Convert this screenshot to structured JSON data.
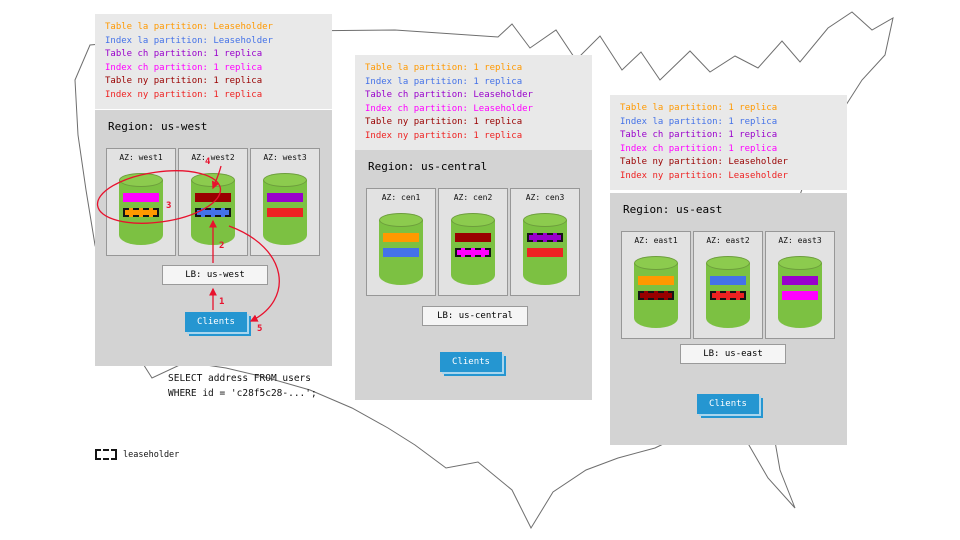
{
  "colors": {
    "table_la_partition": "#FF9900",
    "index_la_partition": "#4472E8",
    "table_ch_partition": "#9900CC",
    "index_ch_partition": "#FF00FF",
    "table_ny_partition": "#990000",
    "index_ny_partition": "#EE2222",
    "arrow_red": "#E8112D",
    "cylinder_green": "#7CC142",
    "clients_blue": "#2596D1",
    "region_gray": "#D3D3D3",
    "legend_gray": "#E9E9E9"
  },
  "legend_boxes": {
    "west": {
      "lines": [
        {
          "text": "Table la partition: Leaseholder",
          "color": "#FF9900"
        },
        {
          "text": "Index la partition: Leaseholder",
          "color": "#4472E8"
        },
        {
          "text": "Table ch partition: 1 replica",
          "color": "#9900CC"
        },
        {
          "text": "Index ch partition: 1 replica",
          "color": "#FF00FF"
        },
        {
          "text": "Table ny partition: 1 replica",
          "color": "#990000"
        },
        {
          "text": "Index ny partition: 1 replica",
          "color": "#EE2222"
        }
      ]
    },
    "central": {
      "lines": [
        {
          "text": "Table la partition: 1 replica",
          "color": "#FF9900"
        },
        {
          "text": "Index la partition: 1 replica",
          "color": "#4472E8"
        },
        {
          "text": "Table ch partition: Leaseholder",
          "color": "#9900CC"
        },
        {
          "text": "Index ch partition: Leaseholder",
          "color": "#FF00FF"
        },
        {
          "text": "Table ny partition: 1 replica",
          "color": "#990000"
        },
        {
          "text": "Index ny partition: 1 replica",
          "color": "#EE2222"
        }
      ]
    },
    "east": {
      "lines": [
        {
          "text": "Table la partition: 1 replica",
          "color": "#FF9900"
        },
        {
          "text": "Index la partition: 1 replica",
          "color": "#4472E8"
        },
        {
          "text": "Table ch partition: 1 replica",
          "color": "#9900CC"
        },
        {
          "text": "Index ch partition: 1 replica",
          "color": "#FF00FF"
        },
        {
          "text": "Table ny partition: Leaseholder",
          "color": "#990000"
        },
        {
          "text": "Index ny partition: Leaseholder",
          "color": "#EE2222"
        }
      ]
    }
  },
  "regions": {
    "west": {
      "title": "Region: us-west",
      "lb_label": "LB: us-west",
      "clients_label": "Clients",
      "azs": [
        {
          "label": "AZ: west1",
          "bars": [
            {
              "partition": "Index ch partition",
              "color": "#FF00FF",
              "leaseholder": false
            },
            {
              "partition": "Table la partition",
              "color": "#FF9900",
              "leaseholder": true
            }
          ]
        },
        {
          "label": "AZ: west2",
          "bars": [
            {
              "partition": "Table ny partition",
              "color": "#990000",
              "leaseholder": false
            },
            {
              "partition": "Index la partition",
              "color": "#4472E8",
              "leaseholder": true
            }
          ]
        },
        {
          "label": "AZ: west3",
          "bars": [
            {
              "partition": "Table ch partition",
              "color": "#9900CC",
              "leaseholder": false
            },
            {
              "partition": "Index ny partition",
              "color": "#EE2222",
              "leaseholder": false
            }
          ]
        }
      ]
    },
    "central": {
      "title": "Region: us-central",
      "lb_label": "LB: us-central",
      "clients_label": "Clients",
      "azs": [
        {
          "label": "AZ: cen1",
          "bars": [
            {
              "partition": "Table la partition",
              "color": "#FF9900",
              "leaseholder": false
            },
            {
              "partition": "Index la partition",
              "color": "#4472E8",
              "leaseholder": false
            }
          ]
        },
        {
          "label": "AZ: cen2",
          "bars": [
            {
              "partition": "Table ny partition",
              "color": "#990000",
              "leaseholder": false
            },
            {
              "partition": "Index ch partition",
              "color": "#FF00FF",
              "leaseholder": true
            }
          ]
        },
        {
          "label": "AZ: cen3",
          "bars": [
            {
              "partition": "Table ch partition",
              "color": "#9900CC",
              "leaseholder": true
            },
            {
              "partition": "Index ny partition",
              "color": "#EE2222",
              "leaseholder": false
            }
          ]
        }
      ]
    },
    "east": {
      "title": "Region: us-east",
      "lb_label": "LB: us-east",
      "clients_label": "Clients",
      "azs": [
        {
          "label": "AZ: east1",
          "bars": [
            {
              "partition": "Table la partition",
              "color": "#FF9900",
              "leaseholder": false
            },
            {
              "partition": "Table ny partition",
              "color": "#990000",
              "leaseholder": true
            }
          ]
        },
        {
          "label": "AZ: east2",
          "bars": [
            {
              "partition": "Index la partition",
              "color": "#4472E8",
              "leaseholder": false
            },
            {
              "partition": "Index ny partition",
              "color": "#EE2222",
              "leaseholder": true
            }
          ]
        },
        {
          "label": "AZ: east3",
          "bars": [
            {
              "partition": "Table ch partition",
              "color": "#9900CC",
              "leaseholder": false
            },
            {
              "partition": "Index ch partition",
              "color": "#FF00FF",
              "leaseholder": false
            }
          ]
        }
      ]
    }
  },
  "query_flow": {
    "steps": [
      "1",
      "2",
      "3",
      "4",
      "5"
    ],
    "sql_line1": "SELECT address FROM users",
    "sql_line2": "WHERE id = 'c28f5c28-...';"
  },
  "leaseholder_legend_label": "leaseholder"
}
